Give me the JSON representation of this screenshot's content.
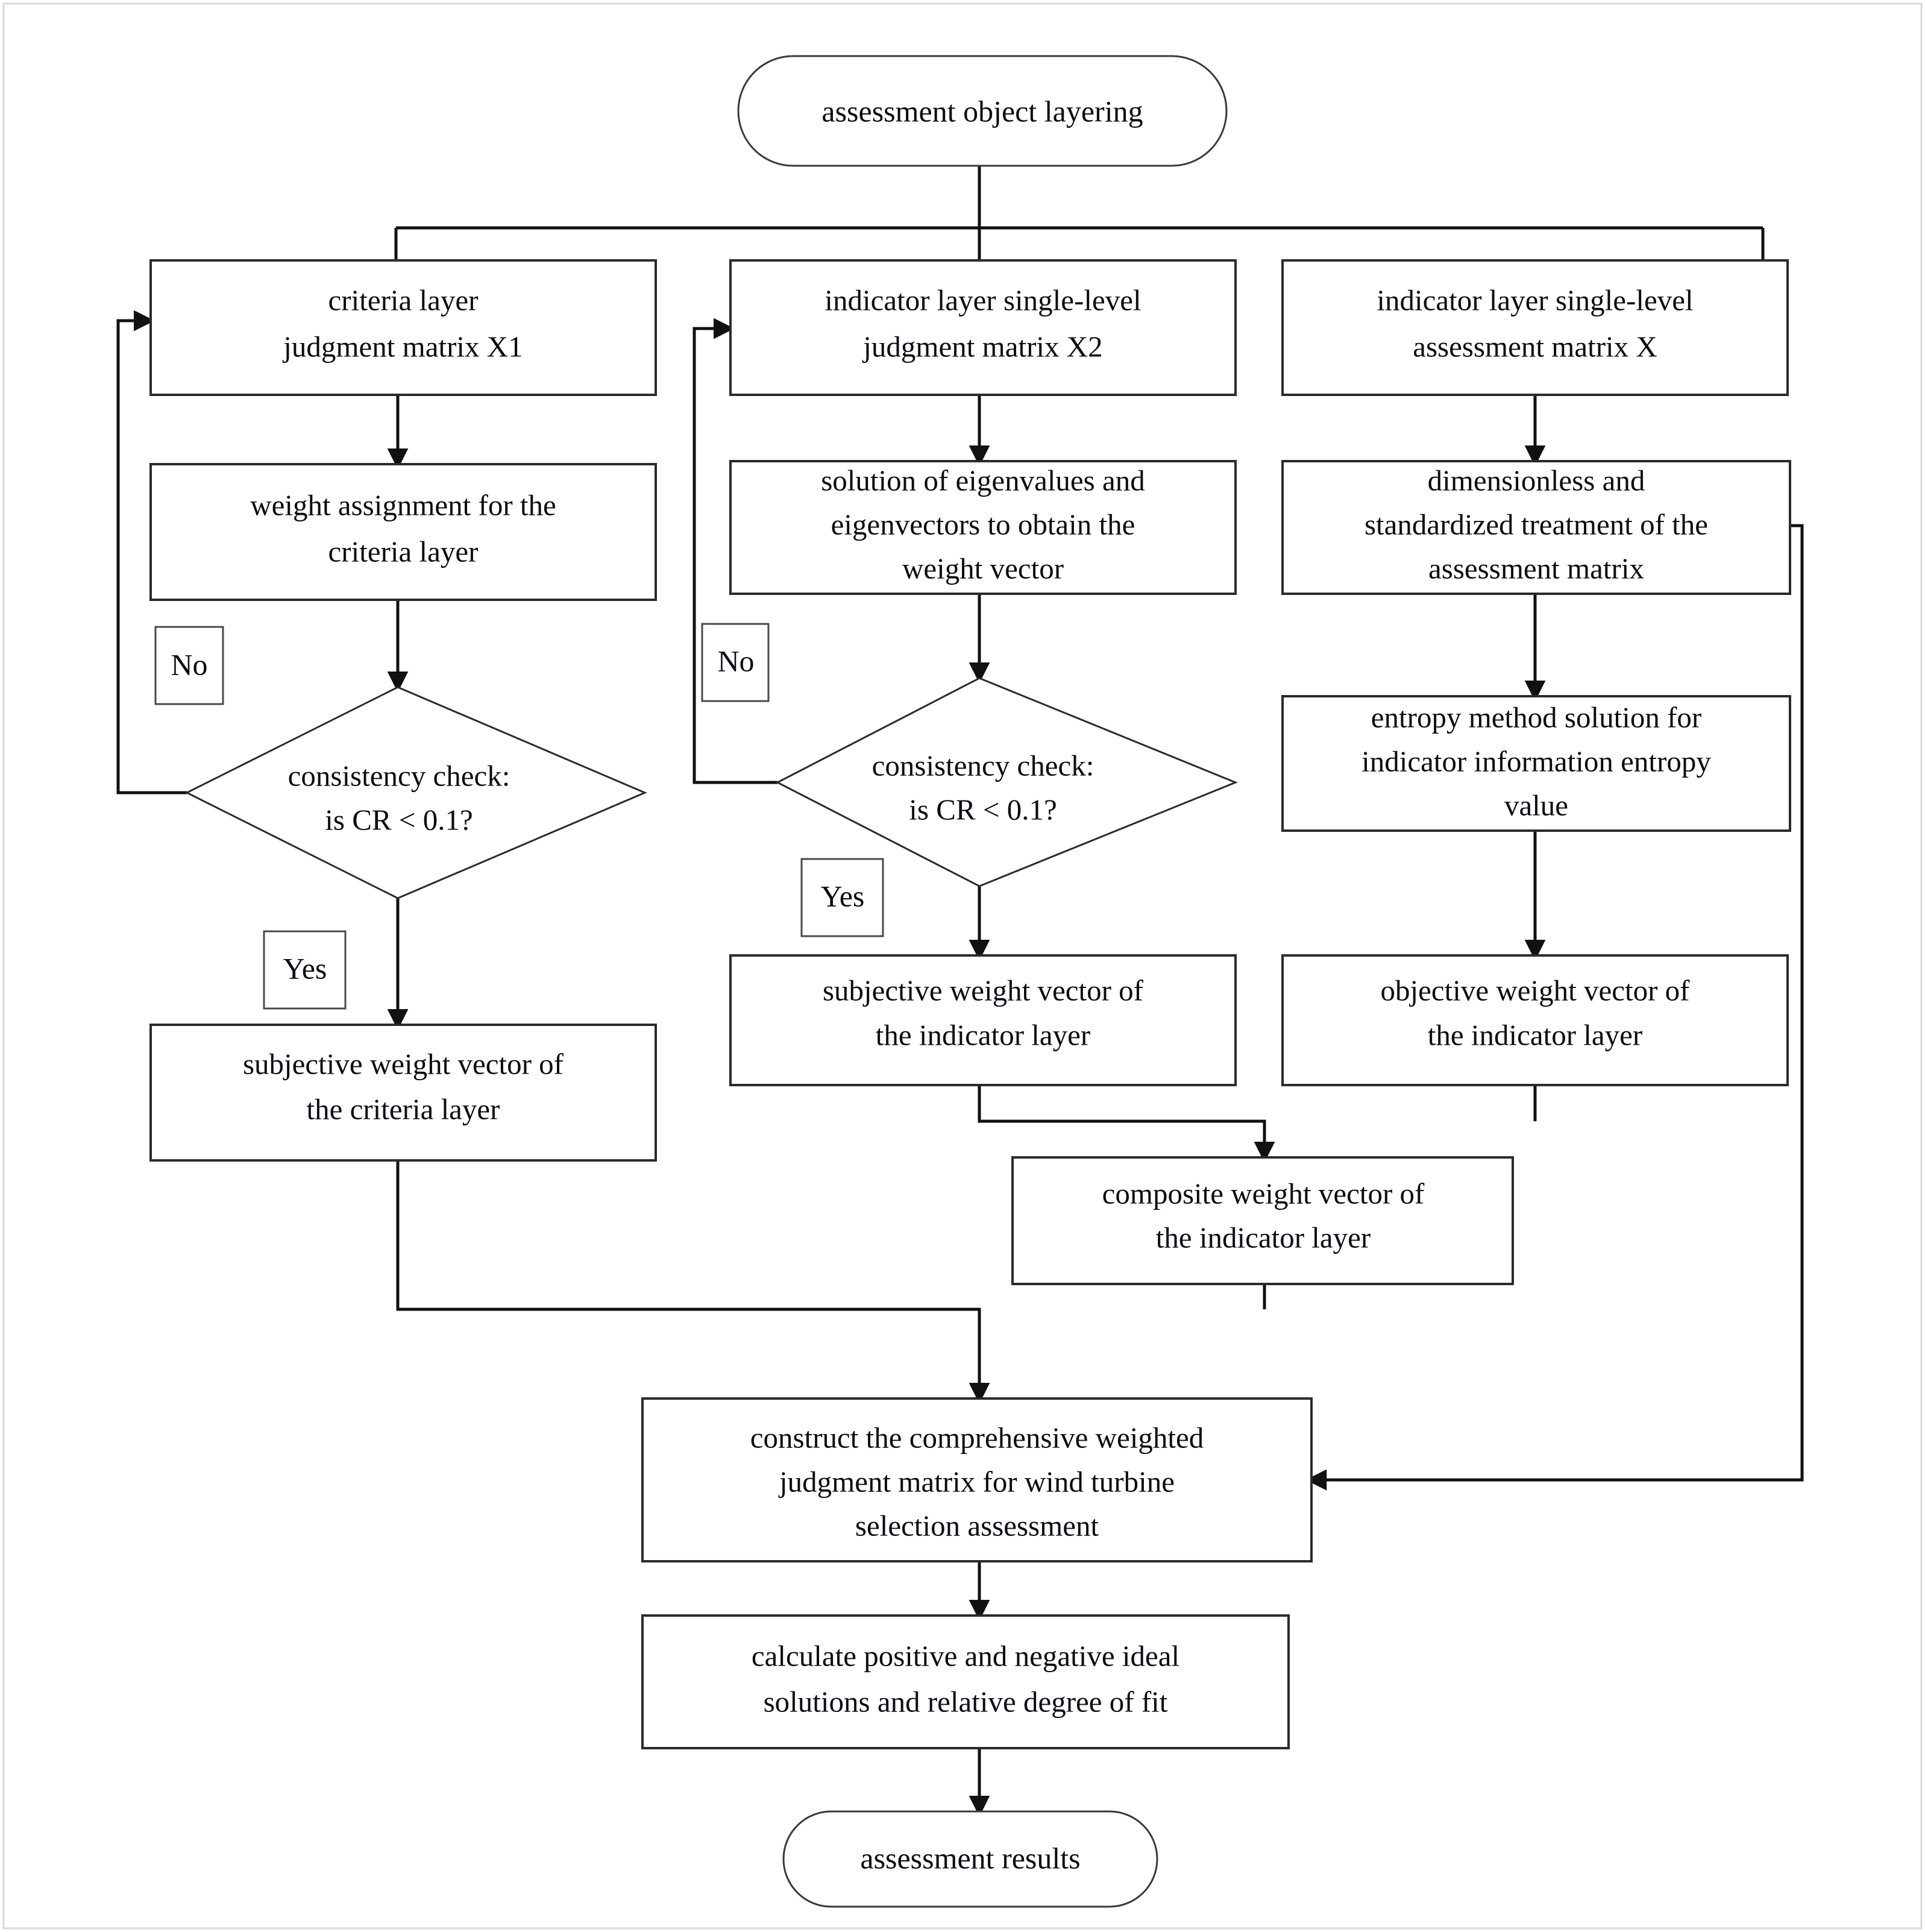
{
  "diagram": {
    "title": "wind turbine selection assessment flowchart",
    "background_color": "#ffffff",
    "line_color": "#111111",
    "text_color": "#0b0b14"
  },
  "nodes": {
    "start": {
      "type": "terminator",
      "lines": [
        "assessment object layering"
      ]
    },
    "criteria_matrix": {
      "type": "process",
      "lines": [
        "criteria layer",
        "judgment matrix X1"
      ]
    },
    "indicator_matrix_x2": {
      "type": "process",
      "lines": [
        "indicator layer single-level",
        "judgment matrix X2"
      ]
    },
    "indicator_matrix_x": {
      "type": "process",
      "lines": [
        "indicator layer single-level",
        "assessment matrix X"
      ]
    },
    "weight_assignment": {
      "type": "process",
      "lines": [
        "weight assignment for the",
        "criteria layer"
      ]
    },
    "eigen_solution": {
      "type": "process",
      "lines": [
        "solution of eigenvalues and",
        "eigenvectors to obtain the",
        "weight vector"
      ]
    },
    "dimensionless": {
      "type": "process",
      "lines": [
        "dimensionless and",
        "standardized treatment of the",
        "assessment matrix"
      ]
    },
    "consistency_left": {
      "type": "decision",
      "lines": [
        "consistency check:",
        "is CR < 0.1?"
      ]
    },
    "consistency_mid": {
      "type": "decision",
      "lines": [
        "consistency check:",
        "is CR < 0.1?"
      ]
    },
    "entropy_method": {
      "type": "process",
      "lines": [
        "entropy method solution for",
        "indicator information entropy",
        "value"
      ]
    },
    "subjective_criteria": {
      "type": "process",
      "lines": [
        "subjective weight vector of",
        "the criteria layer"
      ]
    },
    "subjective_indicator": {
      "type": "process",
      "lines": [
        "subjective weight vector of",
        "the indicator layer"
      ]
    },
    "objective_indicator": {
      "type": "process",
      "lines": [
        "objective weight vector of",
        "the indicator layer"
      ]
    },
    "composite_indicator": {
      "type": "process",
      "lines": [
        "composite weight vector of",
        "the indicator layer"
      ]
    },
    "construct_matrix": {
      "type": "process",
      "lines": [
        "construct the comprehensive weighted",
        "judgment matrix for wind turbine",
        "selection assessment"
      ]
    },
    "calculate_solutions": {
      "type": "process",
      "lines": [
        "calculate positive and negative ideal",
        "solutions and relative degree of fit"
      ]
    },
    "results": {
      "type": "terminator",
      "lines": [
        "assessment results"
      ]
    }
  },
  "branch_labels": {
    "no_left": "No",
    "no_mid": "No",
    "yes_left": "Yes",
    "yes_mid": "Yes"
  }
}
